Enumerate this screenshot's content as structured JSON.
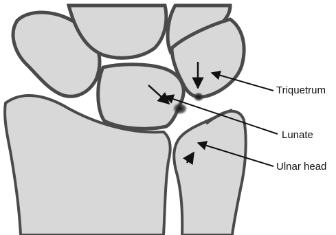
{
  "labels": {
    "triquetrum": "Triquetrum",
    "lunate": "Lunate",
    "ulnar_head": "Ulnar head"
  },
  "colors": {
    "bone_fill": "#d8d8d8",
    "bone_outline": "#4a4a4a",
    "arrow": "#111111",
    "lesion": "#222222",
    "background": "#ffffff"
  }
}
